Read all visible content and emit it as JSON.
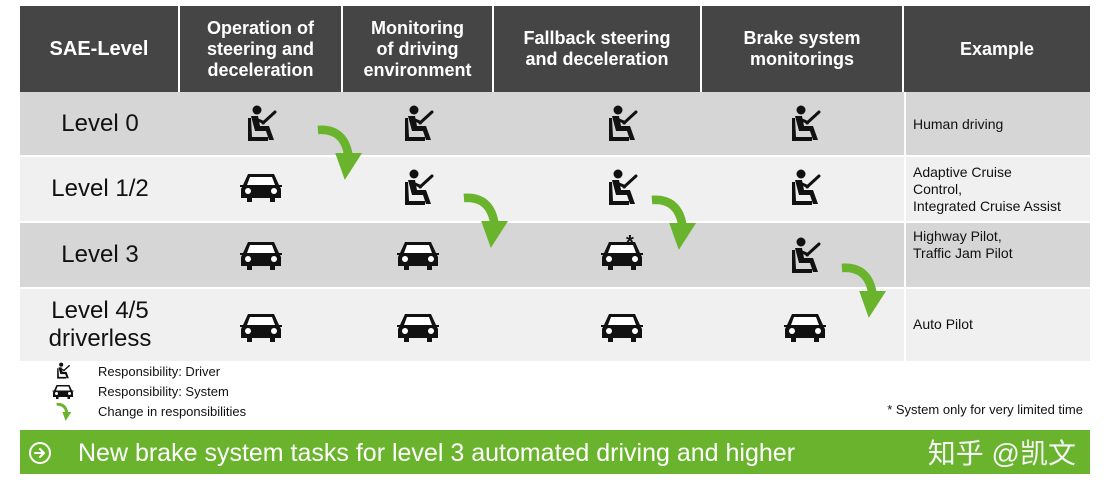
{
  "table": {
    "headers": [
      "SAE-Level",
      "Operation of\nsteering and\ndeceleration",
      "Monitoring\nof driving\nenvironment",
      "Fallback steering\nand deceleration",
      "Brake system\nmonitorings",
      "Example"
    ],
    "rows": [
      {
        "level": "Level 0",
        "cells": [
          "driver-icon",
          "driver-icon",
          "driver-icon",
          "driver-icon"
        ],
        "example": "Human driving"
      },
      {
        "level": "Level 1/2",
        "cells": [
          "car-icon",
          "driver-icon",
          "driver-icon",
          "driver-icon"
        ],
        "example": "Adaptive Cruise\nControl,\nIntegrated Cruise Assist"
      },
      {
        "level": "Level 3",
        "cells": [
          "car-icon",
          "car-icon",
          "car-icon",
          "driver-icon"
        ],
        "example": "Highway Pilot,\nTraffic Jam Pilot"
      },
      {
        "level": "Level 4/5\ndriverless",
        "cells": [
          "car-icon",
          "car-icon",
          "car-icon",
          "car-icon"
        ],
        "example": "Auto Pilot"
      }
    ],
    "footnote_marker": "*"
  },
  "legend": {
    "driver": "Responsibility: Driver",
    "system": "Responsibility: System",
    "change": "Change in responsibilities"
  },
  "footnote": "* System only for very limited time",
  "banner": {
    "text": "New brake system tasks for level 3 automated driving and higher",
    "watermark": "知乎 @凯文"
  },
  "colors": {
    "header_bg": "#454545",
    "row_dark": "#d6d6d6",
    "row_light": "#f0f0f0",
    "accent_green": "#6ab42d",
    "icon": "#111111"
  }
}
